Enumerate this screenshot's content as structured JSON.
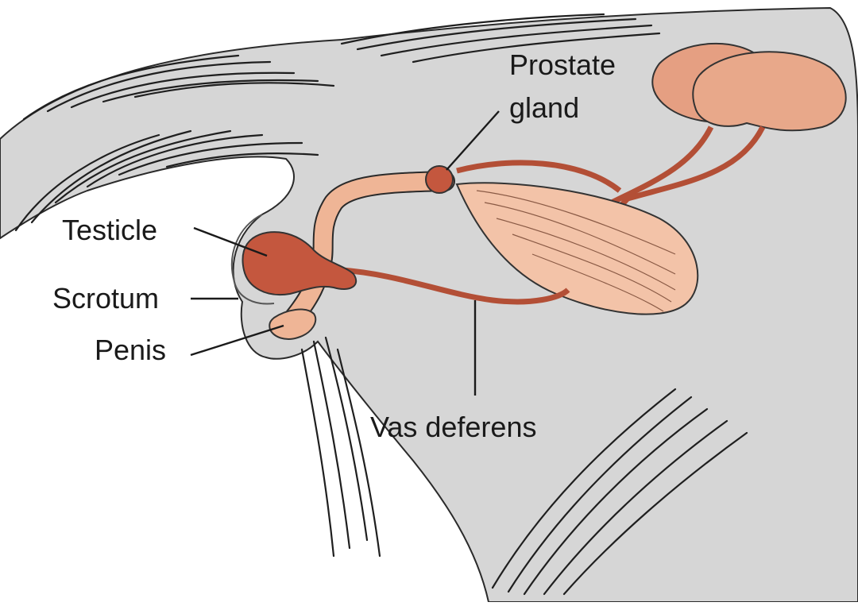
{
  "labels": {
    "prostate_line1": "Prostate",
    "prostate_line2": "gland",
    "testicle": "Testicle",
    "scrotum": "Scrotum",
    "penis": "Penis",
    "vas_deferens": "Vas deferens"
  },
  "colors": {
    "body_fill": "#d6d6d6",
    "fur_stroke": "#1f1f1f",
    "organ_dark": "#c4573e",
    "organ_light": "#efb596",
    "bladder_fill": "#f3c3a8",
    "kidney_fill": "#e59f82",
    "leader_line": "#1a1a1a"
  }
}
